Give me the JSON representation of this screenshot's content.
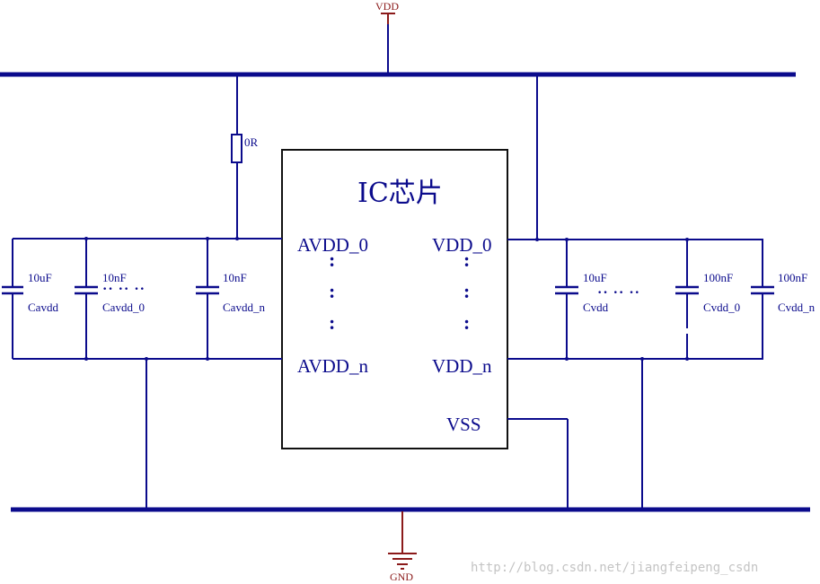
{
  "power": {
    "vdd_label": "VDD",
    "gnd_label": "GND"
  },
  "resistor": {
    "label": "0R"
  },
  "ic": {
    "title": "IC芯片",
    "pins": {
      "avdd_0": "AVDD_0",
      "avdd_n": "AVDD_n",
      "vdd_0": "VDD_0",
      "vdd_n": "VDD_n",
      "vss": "VSS"
    },
    "vertical_dots": ":"
  },
  "left_caps": [
    {
      "value": "10uF",
      "name": "Cavdd"
    },
    {
      "value": "10nF",
      "name": "Cavdd_0"
    },
    {
      "value": "10nF",
      "name": "Cavdd_n"
    }
  ],
  "right_caps": [
    {
      "value": "10uF",
      "name": "Cvdd"
    },
    {
      "value": "100nF",
      "name": "Cvdd_0"
    },
    {
      "value": "100nF",
      "name": "Cvdd_n"
    }
  ],
  "ellipsis": "··  ··  ··",
  "watermark": "http://blog.csdn.net/jiangfeipeng_csdn"
}
